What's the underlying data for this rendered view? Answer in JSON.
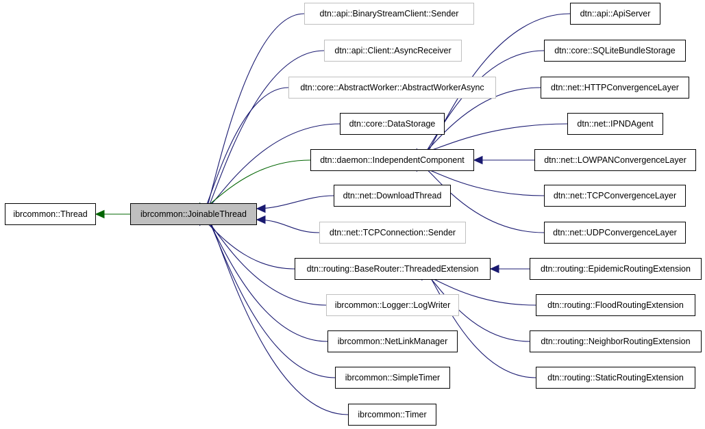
{
  "diagram": {
    "colors": {
      "inheritance_edge": "#191970",
      "base_edge": "#006400",
      "node_border": "#000000",
      "external_node_border": "#bfbfbf",
      "focus_fill": "#bfbfbf"
    },
    "nodes": [
      {
        "id": "thread",
        "label": "ibrcommon::Thread",
        "style": "normal"
      },
      {
        "id": "joinable",
        "label": "ibrcommon::JoinableThread",
        "style": "focus"
      },
      {
        "id": "bsc_sender",
        "label": "dtn::api::BinaryStreamClient::Sender",
        "style": "external"
      },
      {
        "id": "async_receiver",
        "label": "dtn::api::Client::AsyncReceiver",
        "style": "external"
      },
      {
        "id": "abstract_worker_async",
        "label": "dtn::core::AbstractWorker::AbstractWorkerAsync",
        "style": "external"
      },
      {
        "id": "datastorage",
        "label": "dtn::core::DataStorage",
        "style": "normal"
      },
      {
        "id": "independent",
        "label": "dtn::daemon::IndependentComponent",
        "style": "normal"
      },
      {
        "id": "download",
        "label": "dtn::net::DownloadThread",
        "style": "normal"
      },
      {
        "id": "tcpconn_sender",
        "label": "dtn::net::TCPConnection::Sender",
        "style": "external"
      },
      {
        "id": "threaded_ext",
        "label": "dtn::routing::BaseRouter::ThreadedExtension",
        "style": "normal"
      },
      {
        "id": "logwriter",
        "label": "ibrcommon::Logger::LogWriter",
        "style": "external"
      },
      {
        "id": "netlink",
        "label": "ibrcommon::NetLinkManager",
        "style": "normal"
      },
      {
        "id": "simpletimer",
        "label": "ibrcommon::SimpleTimer",
        "style": "normal"
      },
      {
        "id": "timer",
        "label": "ibrcommon::Timer",
        "style": "normal"
      },
      {
        "id": "apiserver",
        "label": "dtn::api::ApiServer",
        "style": "normal"
      },
      {
        "id": "sqlite",
        "label": "dtn::core::SQLiteBundleStorage",
        "style": "normal"
      },
      {
        "id": "http",
        "label": "dtn::net::HTTPConvergenceLayer",
        "style": "normal"
      },
      {
        "id": "ipnd",
        "label": "dtn::net::IPNDAgent",
        "style": "normal"
      },
      {
        "id": "lowpan",
        "label": "dtn::net::LOWPANConvergenceLayer",
        "style": "normal"
      },
      {
        "id": "tcpcl",
        "label": "dtn::net::TCPConvergenceLayer",
        "style": "normal"
      },
      {
        "id": "udpcl",
        "label": "dtn::net::UDPConvergenceLayer",
        "style": "normal"
      },
      {
        "id": "epidemic",
        "label": "dtn::routing::EpidemicRoutingExtension",
        "style": "normal"
      },
      {
        "id": "flood",
        "label": "dtn::routing::FloodRoutingExtension",
        "style": "normal"
      },
      {
        "id": "neighbor",
        "label": "dtn::routing::NeighborRoutingExtension",
        "style": "normal"
      },
      {
        "id": "static",
        "label": "dtn::routing::StaticRoutingExtension",
        "style": "normal"
      }
    ],
    "edges": [
      {
        "from": "joinable",
        "to": "thread",
        "kind": "base"
      },
      {
        "from": "bsc_sender",
        "to": "joinable",
        "kind": "inheritance"
      },
      {
        "from": "async_receiver",
        "to": "joinable",
        "kind": "inheritance"
      },
      {
        "from": "abstract_worker_async",
        "to": "joinable",
        "kind": "inheritance"
      },
      {
        "from": "datastorage",
        "to": "joinable",
        "kind": "inheritance"
      },
      {
        "from": "independent",
        "to": "joinable",
        "kind": "base"
      },
      {
        "from": "download",
        "to": "joinable",
        "kind": "inheritance"
      },
      {
        "from": "tcpconn_sender",
        "to": "joinable",
        "kind": "inheritance"
      },
      {
        "from": "threaded_ext",
        "to": "joinable",
        "kind": "inheritance"
      },
      {
        "from": "logwriter",
        "to": "joinable",
        "kind": "inheritance"
      },
      {
        "from": "netlink",
        "to": "joinable",
        "kind": "inheritance"
      },
      {
        "from": "simpletimer",
        "to": "joinable",
        "kind": "inheritance"
      },
      {
        "from": "timer",
        "to": "joinable",
        "kind": "inheritance"
      },
      {
        "from": "apiserver",
        "to": "independent",
        "kind": "inheritance"
      },
      {
        "from": "sqlite",
        "to": "independent",
        "kind": "inheritance"
      },
      {
        "from": "http",
        "to": "independent",
        "kind": "inheritance"
      },
      {
        "from": "ipnd",
        "to": "independent",
        "kind": "inheritance"
      },
      {
        "from": "lowpan",
        "to": "independent",
        "kind": "inheritance"
      },
      {
        "from": "tcpcl",
        "to": "independent",
        "kind": "inheritance"
      },
      {
        "from": "udpcl",
        "to": "independent",
        "kind": "inheritance"
      },
      {
        "from": "epidemic",
        "to": "threaded_ext",
        "kind": "inheritance"
      },
      {
        "from": "flood",
        "to": "threaded_ext",
        "kind": "inheritance"
      },
      {
        "from": "neighbor",
        "to": "threaded_ext",
        "kind": "inheritance"
      },
      {
        "from": "static",
        "to": "threaded_ext",
        "kind": "inheritance"
      }
    ]
  }
}
